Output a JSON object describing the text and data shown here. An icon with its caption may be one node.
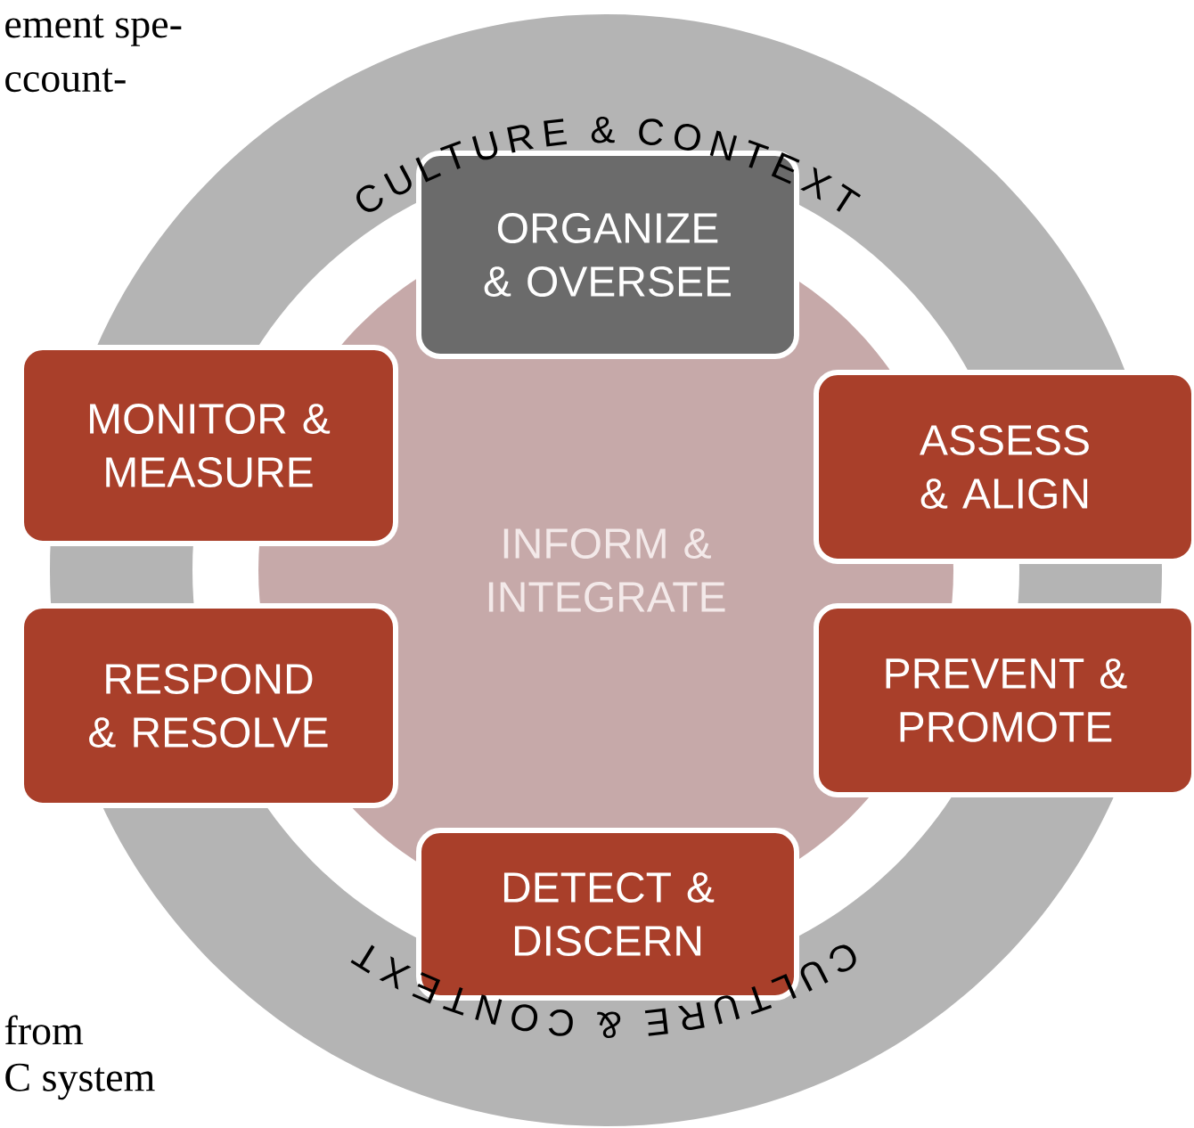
{
  "diagram": {
    "nodes": [
      {
        "text": [
          "ORGANIZE & OVERSEE"
        ]
      },
      {
        "text": [
          "MONITOR & MEASURE"
        ]
      },
      {
        "text": [
          "ASSESS & ALIGN"
        ]
      },
      {
        "text": [
          "INFORM & INTEGRATE"
        ]
      },
      {
        "text": [
          "RESPOND & RESOLVE"
        ]
      },
      {
        "text": [
          "PREVENT & PROMOTE"
        ]
      },
      {
        "text": [
          "DETECT & DISCERN"
        ]
      }
    ],
    "labels": [
      "ement spe-",
      "ccount-",
      "CULTURE & CONTEXT",
      "CULTURE & CONTEXT",
      "from",
      "C system"
    ]
  }
}
